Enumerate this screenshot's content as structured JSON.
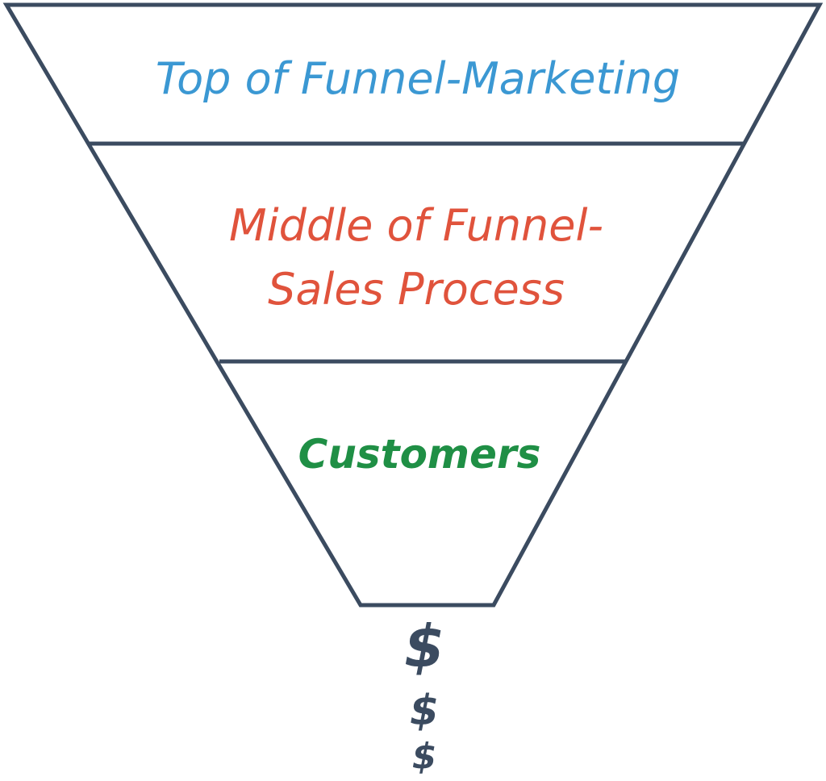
{
  "diagram": {
    "stages": [
      {
        "label": "Top of Funnel-Marketing",
        "color": "#3b98d3"
      },
      {
        "label_line1": "Middle of Funnel-",
        "label_line2": "Sales Process",
        "color": "#e0533c"
      },
      {
        "label": "Customers",
        "color": "#1f8f45"
      }
    ],
    "outline_color": "#3b4b60",
    "output": {
      "symbols": [
        "$",
        "$",
        "$"
      ],
      "color": "#3b4b60"
    }
  }
}
